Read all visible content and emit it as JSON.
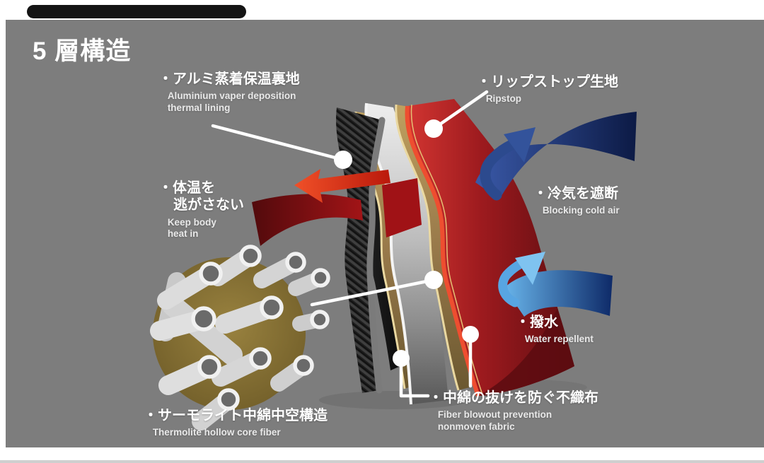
{
  "title": "5 層構造",
  "labels": {
    "thermal_lining": {
      "jp": "・アルミ蒸着保温裏地",
      "en": "Aluminium vaper deposition\nthermal lining"
    },
    "ripstop": {
      "jp": "・リップストップ生地",
      "en": "Ripstop"
    },
    "keep_heat": {
      "jp": "・体温を\n逃がさない",
      "en": "Keep body\nheat in"
    },
    "block_cold": {
      "jp": "・冷気を遮断",
      "en": "Blocking cold air"
    },
    "water_repellent": {
      "jp": "・撥水",
      "en": "Water repellent"
    },
    "thermolite": {
      "jp": "・サーモライト中綿中空構造",
      "en": "Thermolite hollow core fiber"
    },
    "nonwoven": {
      "jp": "・中綿の抜けを防ぐ不織布",
      "en": "Fiber blowout prevention\nnonmoven fabric"
    }
  },
  "colors": {
    "panel_bg": "#7d7d7d",
    "top_bar": "#141414",
    "jp_text": "#ffffff",
    "en_text": "#e9e9e9",
    "heat_arrow": "#e03a1e",
    "heat_band": "#7c1013",
    "cold_air_arrow": "#1c326e",
    "water_arrow": "#5ea8e0",
    "ripstop_layer": "#9c1b1f",
    "padding_layer": "#bdbdbd",
    "nonwoven_layer": "#a0854a",
    "lining_mesh_layer": "#2a2a2a",
    "fiber_circle": "#8a7334"
  }
}
